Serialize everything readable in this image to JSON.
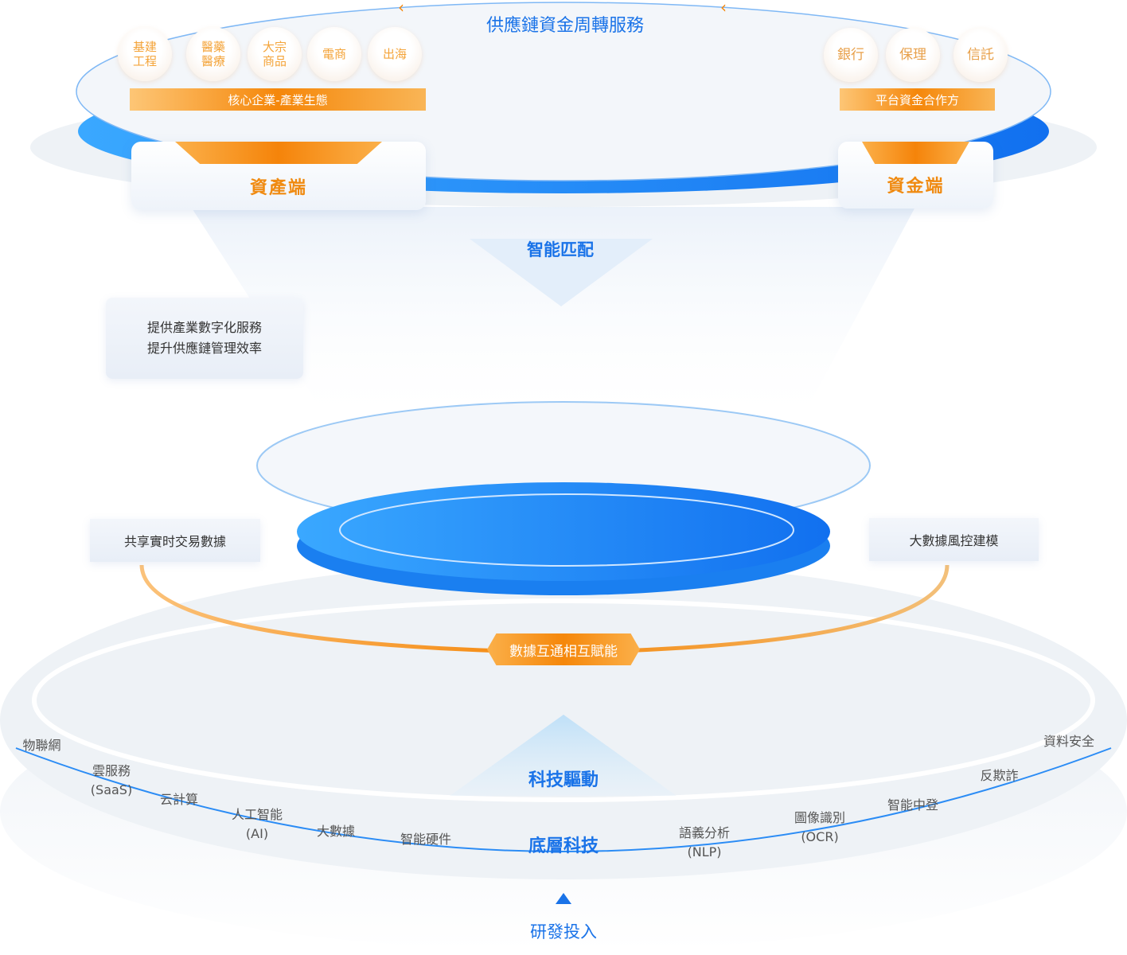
{
  "top": {
    "title": "供應鏈資金周轉服務",
    "industries": [
      "基建\n工程",
      "醫藥\n醫療",
      "大宗\n商品",
      "電商",
      "出海"
    ],
    "industry_bar": "核心企業-產業生態",
    "funders": [
      "銀行",
      "保理",
      "信託"
    ],
    "funder_bar": "平台資金合作方",
    "asset_card": "資產端",
    "fund_card": "資金端",
    "match": "智能匹配"
  },
  "middle": {
    "service_line1": "提供產業數字化服務",
    "service_line2": "提升供應鏈管理效率",
    "left_box": "共享實时交易數據",
    "right_box": "大數據風控建模",
    "ribbon": "數據互通相互賦能"
  },
  "bottom": {
    "drive": "科技驅動",
    "base": "底層科技",
    "rd": "研發投入",
    "techs": [
      "物聯網",
      "雲服務\n(SaaS)",
      "云計算",
      "人工智能\n(AI)",
      "大數據",
      "智能硬件",
      "語義分析\n(NLP)",
      "圖像識別\n(OCR)",
      "智能中登",
      "反欺詐",
      "資料安全"
    ]
  },
  "colors": {
    "blue": "#1a73e8",
    "orange": "#f5870a"
  }
}
